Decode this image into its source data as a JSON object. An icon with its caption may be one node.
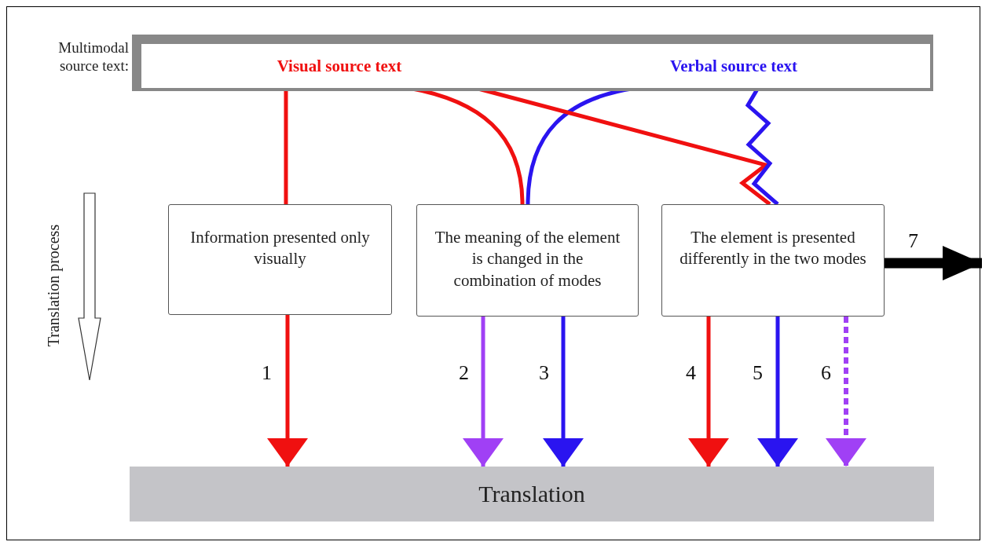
{
  "diagram": {
    "nodes": [
      {
        "text": [
          "Multimodal source text:"
        ]
      },
      {
        "text": [
          "Visual source text"
        ],
        "in": 0
      },
      {
        "text": [
          "Verbal source text"
        ],
        "in": 0
      },
      {
        "text": [
          "Information presented only visually"
        ]
      },
      {
        "text": [
          "The meaning of the element is changed in the combination of modes"
        ]
      },
      {
        "text": [
          "The element is presented differently in the two modes"
        ]
      },
      {
        "text": [
          "Translation"
        ]
      }
    ],
    "edges": [
      {
        "from": 1,
        "to": 3,
        "arrow": "none",
        "color": "#f01010"
      },
      {
        "from": 1,
        "to": 4,
        "arrow": "none",
        "color": "#f01010"
      },
      {
        "from": 2,
        "to": 4,
        "arrow": "none",
        "color": "#2a14f0"
      },
      {
        "from": 1,
        "to": 5,
        "arrow": "none",
        "color": "#f01010"
      },
      {
        "from": 2,
        "to": 5,
        "arrow": "none",
        "color": "#2a14f0"
      },
      {
        "from": 3,
        "to": 6,
        "arrow": "to",
        "label": "1",
        "color": "#f01010"
      },
      {
        "from": 4,
        "to": 6,
        "arrow": "to",
        "label": "2",
        "color": "#a040f5"
      },
      {
        "from": 4,
        "to": 6,
        "arrow": "to",
        "label": "3",
        "color": "#2a14f0"
      },
      {
        "from": 5,
        "to": 6,
        "arrow": "to",
        "label": "4",
        "color": "#f01010"
      },
      {
        "from": 5,
        "to": 6,
        "arrow": "to",
        "label": "5",
        "color": "#2a14f0"
      },
      {
        "from": 5,
        "to": 6,
        "arrow": "to",
        "label": "6",
        "style": "dashed",
        "color": "#a040f5"
      },
      {
        "from": 5,
        "to": null,
        "arrow": "to",
        "label": "7",
        "style": "thick",
        "color": "#000000"
      }
    ],
    "labels": [
      "Translation process"
    ]
  }
}
